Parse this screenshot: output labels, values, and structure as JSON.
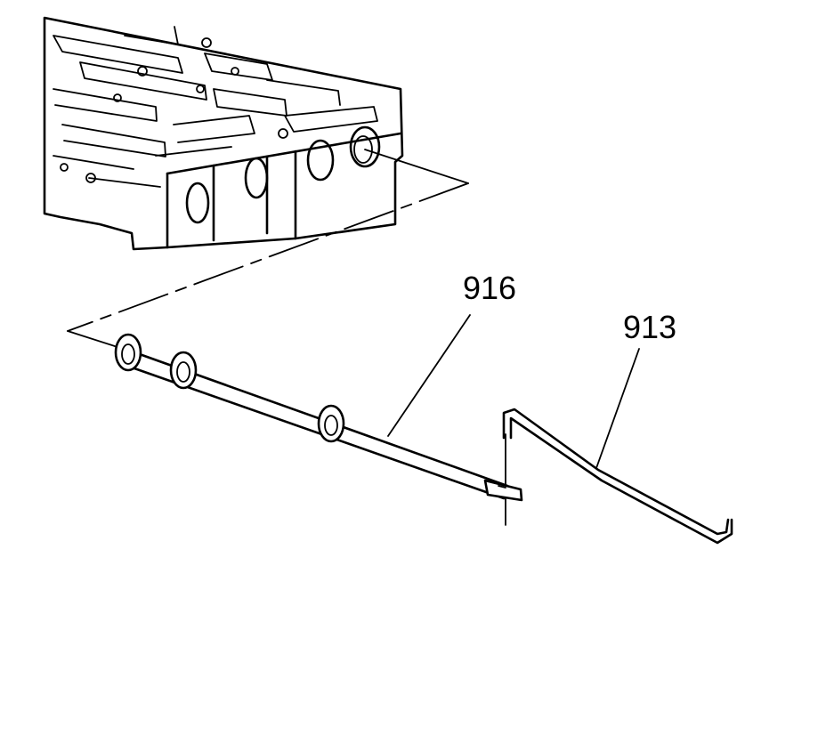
{
  "callouts": [
    {
      "id": "916",
      "label": "916"
    },
    {
      "id": "913",
      "label": "913"
    }
  ],
  "colors": {
    "ink": "#000000",
    "background": "#ffffff"
  }
}
